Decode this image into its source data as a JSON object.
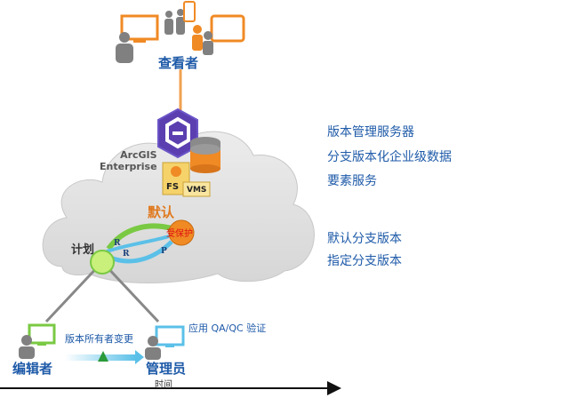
{
  "diagram": {
    "viewer_label": "查看者",
    "arcgis_line1": "ArcGIS",
    "arcgis_line2": "Enterprise",
    "fs_badge": "FS",
    "vms_badge": "VMS",
    "default_label": "默认",
    "protected_label": "受保护",
    "plan_label": "计划",
    "arrow_letters": {
      "r_top": "R",
      "r_bottom": "R",
      "p": "P"
    },
    "right_text": {
      "line1": "版本管理服务器",
      "line2": "分支版本化企业级数据",
      "line3": "要素服务",
      "line4": "默认分支版本",
      "line5": "指定分支版本"
    },
    "editor_label": "编辑者",
    "admin_label": "管理员",
    "owner_change_label": "版本所有者变更",
    "qa_label": "应用 QA/QC 验证",
    "time_label": "时间",
    "colors": {
      "blue_label": "#1e5aa8",
      "orange": "#f08a24",
      "cloud": "#e0e0e0",
      "purple": "#5b3fb0",
      "green": "#7ac943",
      "light_blue": "#5bc0e8"
    }
  }
}
